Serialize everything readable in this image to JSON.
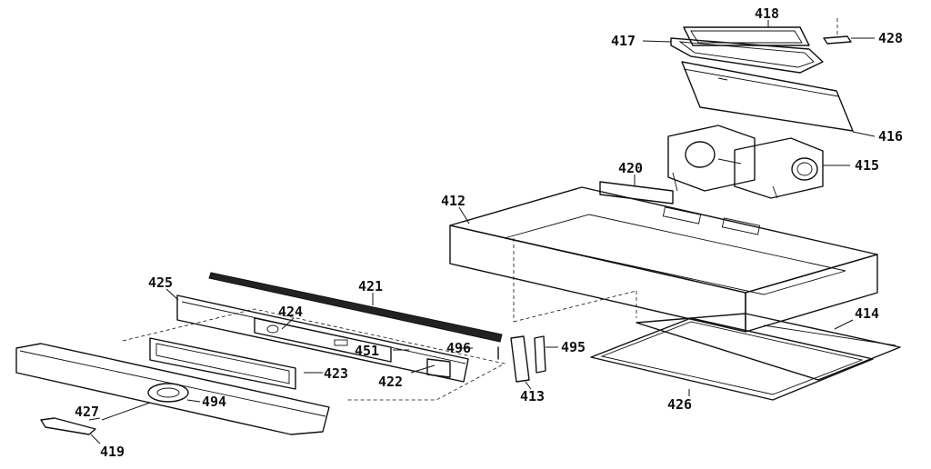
{
  "callouts": {
    "p412": "412",
    "p413": "413",
    "p414": "414",
    "p415": "415",
    "p416": "416",
    "p417": "417",
    "p418": "418",
    "p419": "419",
    "p420": "420",
    "p421": "421",
    "p422": "422",
    "p423": "423",
    "p424": "424",
    "p425": "425",
    "p426": "426",
    "p427": "427",
    "p428": "428",
    "p451": "451",
    "p494": "494",
    "p495": "495",
    "p496": "496"
  }
}
